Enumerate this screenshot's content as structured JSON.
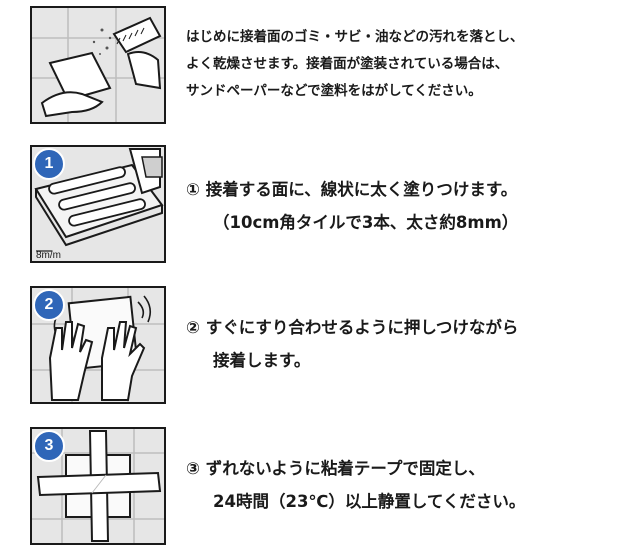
{
  "intro": {
    "lines": [
      "はじめに接着面のゴミ・サビ・油などの汚れを落とし、",
      "よく乾燥させます。接着面が塗装されている場合は、",
      "サンドペーパーなどで塗料をはがしてください。"
    ]
  },
  "steps": [
    {
      "number": "1",
      "lines": [
        "① 接着する面に、線状に太く塗りつけます。",
        "（10cm角タイルで3本、太さ約8mm）"
      ],
      "illustration_label": "8m/m"
    },
    {
      "number": "2",
      "lines": [
        "② すぐにすり合わせるように押しつけながら",
        "接着します。"
      ]
    },
    {
      "number": "3",
      "lines": [
        "③ ずれないように粘着テープで固定し、",
        "24時間（23℃）以上静置してください。"
      ]
    }
  ],
  "colors": {
    "badge": "#2f66b8",
    "tile": "#e6e6e6",
    "line": "#1a1a1a"
  }
}
